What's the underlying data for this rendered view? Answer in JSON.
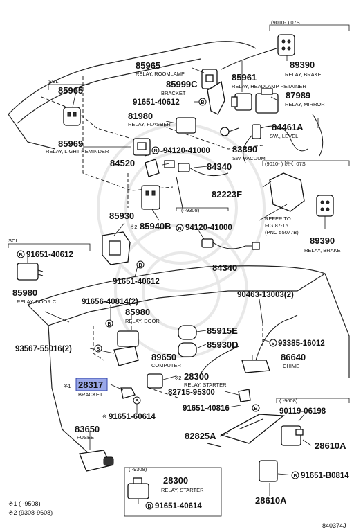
{
  "parts": {
    "p85965_top": "85965",
    "p85965_top_desc": "RELAY, ROOMLAMP",
    "scl_top": "SCL",
    "p85965_scl": "85965",
    "p85999c": "85999C",
    "p85999c_desc": "BRACKET",
    "p91651_40612_a": "91651-40612",
    "p81980": "81980",
    "p81980_desc": "RELAY, FLASHER",
    "p85969": "85969",
    "p85969_desc": "RELAY, LIGHT REMINDER",
    "p94120_a": "94120-41000",
    "p83390": "83390",
    "p83390_desc": "SW, VACUUM",
    "p84520": "84520",
    "p84340_a": "84340",
    "p82223f": "82223F",
    "p85961": "85961",
    "p85961_desc": "RELAY, HEADLAMP RETAINER",
    "p87989": "87989",
    "p87989_desc": "RELAY, MIRROR",
    "p84461a": "84461A",
    "p84461a_desc": "SW., LEVEL",
    "p89390_a": "89390",
    "p89390_a_desc": "RELAY, BRAKE",
    "range_top": "(9010-      ) 07S",
    "range_mid": "(9010-      ) 除く 07S",
    "refer1": "REFER TO",
    "refer2": "FIG 87-15",
    "refer3": "(PNC 55077B)",
    "p89390_b": "89390",
    "p89390_b_desc": "RELAY, BRAKE",
    "range_9308": "(     -9308)",
    "p85930": "85930",
    "p85940b": "85940B",
    "p85940b_mark": "※2",
    "p94120_b": "94120-41000",
    "p84340_b": "84340",
    "p91651_40612_b": "91651-40612",
    "scl_bot": "SCL",
    "p91651_40612_c": "91651-40612",
    "p85980_a": "85980",
    "p85980_a_desc": "RELAY, DOOR C",
    "p91656": "91656-40814(2)",
    "p85980_b": "85980",
    "p85980_b_desc": "RELAY, DOOR",
    "p90463": "90463-13003(2)",
    "p85915e": "85915E",
    "p85930d": "85930D",
    "p93385": "93385-16012",
    "p93567": "93567-55016(2)",
    "p89650": "89650",
    "p89650_desc": "COMPUTER",
    "p86640": "86640",
    "p86640_desc": "CHIME",
    "p28300_a": "28300",
    "p28300_a_mark": "※2",
    "p28300_a_desc": "RELAY, STARTER",
    "p28317": "28317",
    "p28317_mark": "※1",
    "p28317_desc": "BRACKET",
    "p82715": "82715-95300",
    "range_9608": "(     -9608)",
    "p91651_40816": "91651-40816",
    "p90119": "90119-06198",
    "p91651_60614": "91651-60614",
    "p91651_60614_mark": "※",
    "p83650": "83650",
    "p83650_desc": "FUSEE",
    "p82825a": "82825A",
    "p28610a_a": "28610A",
    "range_9308b": "(     -9308)",
    "p28300_b": "28300",
    "p28300_b_desc": "RELAY, STARTER",
    "p91651_b0814": "91651-B0814",
    "p91651_40614": "91651-40614",
    "p28610a_b": "28610A"
  },
  "footnotes": {
    "note1": "※1 (       -9508)",
    "note2": "※2 (9308-9608)"
  },
  "figure_code": "840374J",
  "circle_letters": {
    "B": "B",
    "N": "N",
    "S": "S"
  },
  "colors": {
    "highlight": "#9aa8e8"
  }
}
